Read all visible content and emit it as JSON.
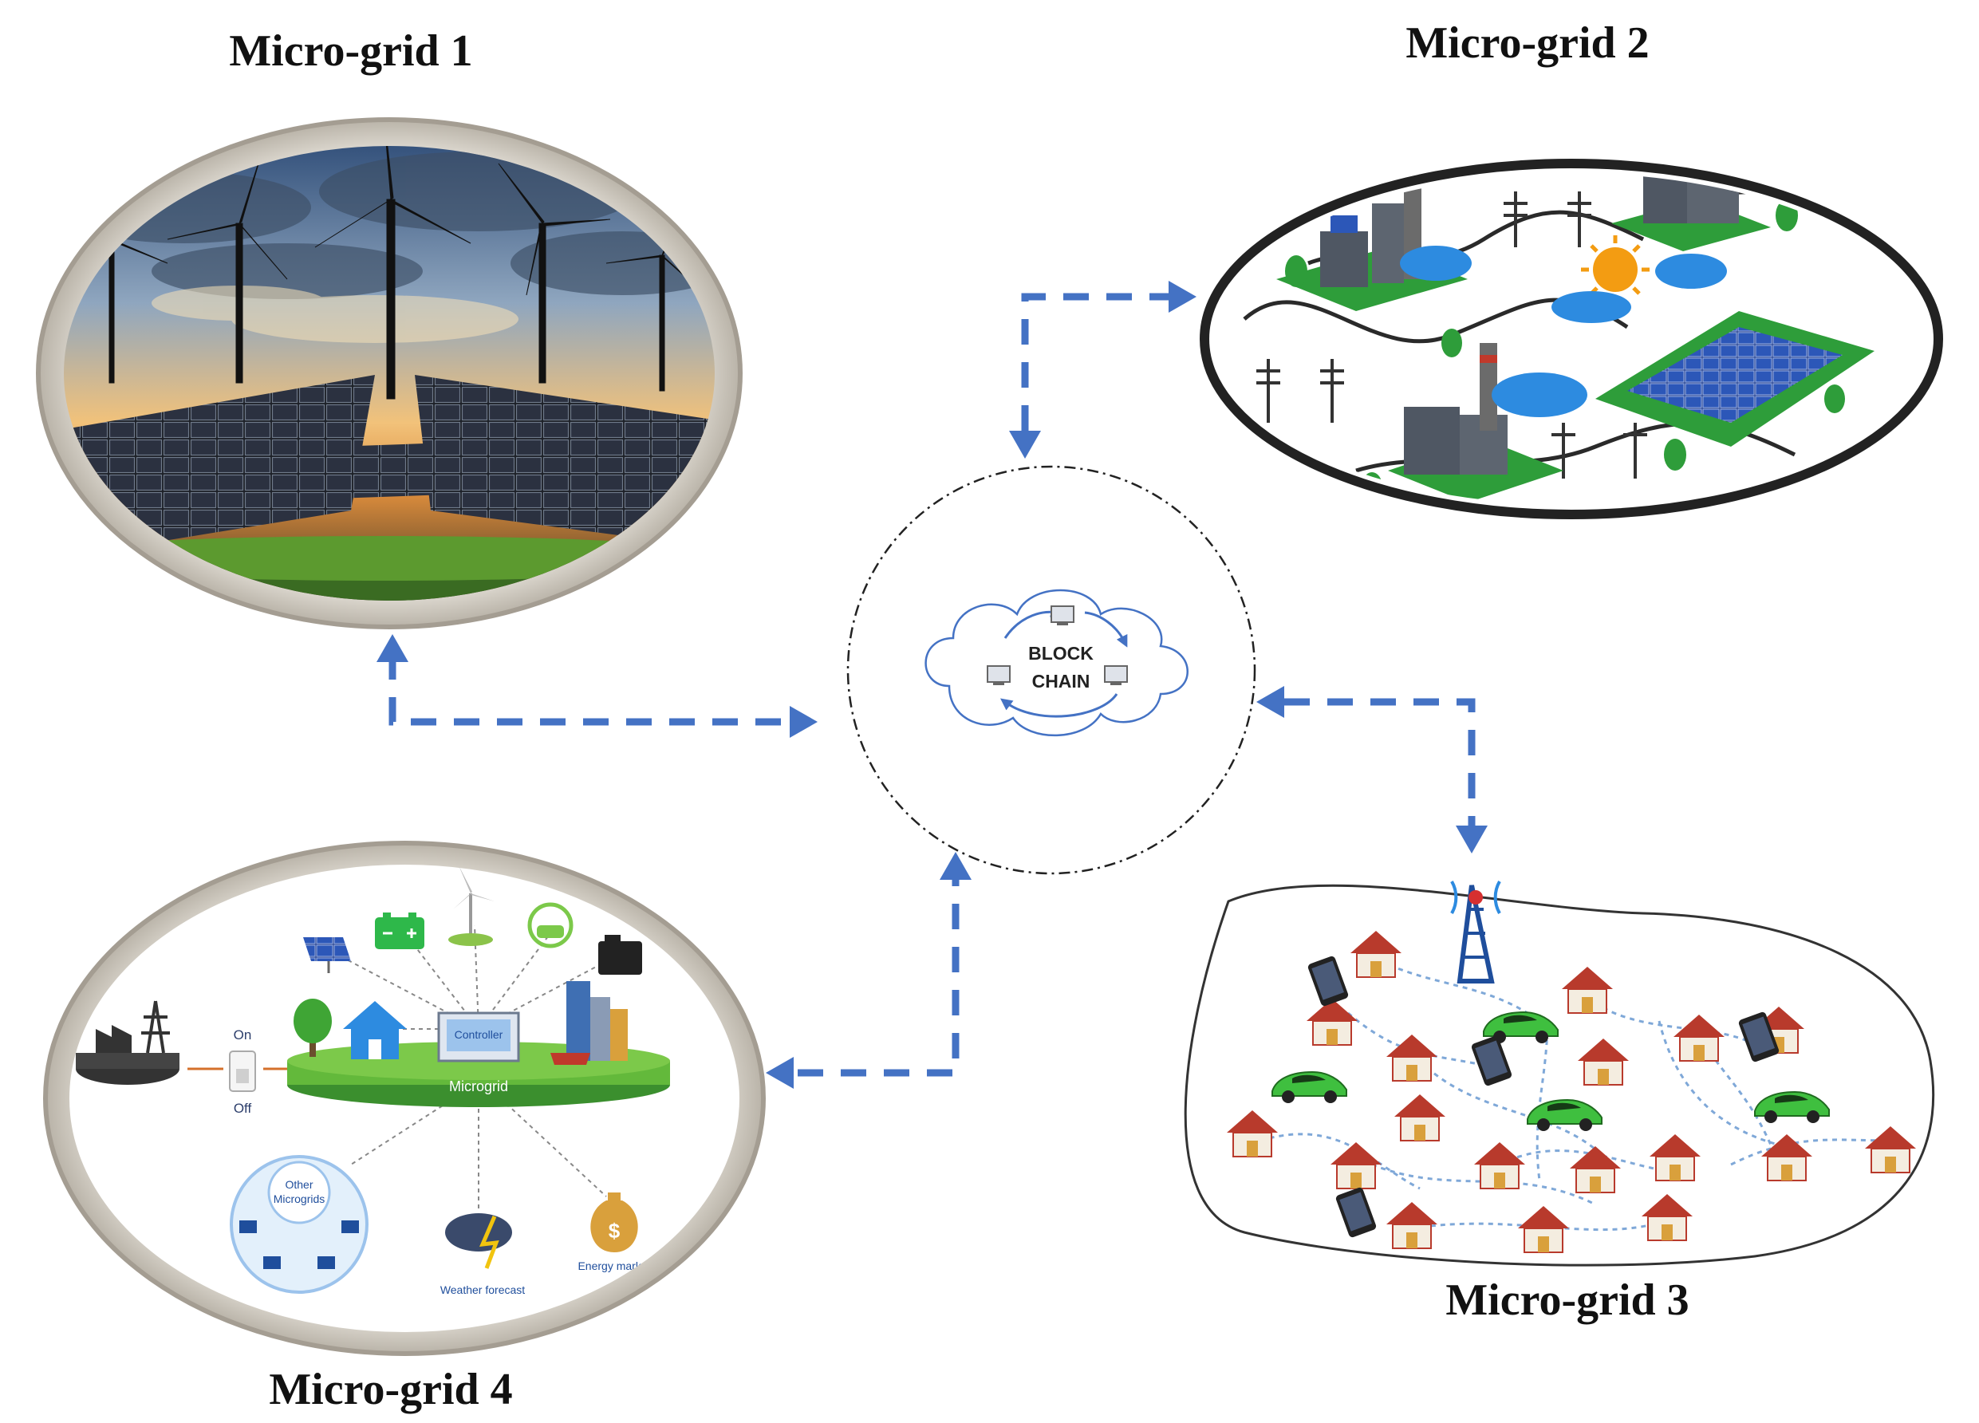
{
  "titles": {
    "mg1": "Micro-grid 1",
    "mg2": "Micro-grid 2",
    "mg3": "Micro-grid 3",
    "mg4": "Micro-grid 4"
  },
  "blockchain": {
    "line1": "BLOCK",
    "line2": "CHAIN"
  },
  "mg4_labels": {
    "on": "On",
    "off": "Off",
    "controller": "Controller",
    "microgrid": "Microgrid",
    "other1": "Other",
    "other2": "Microgrids",
    "weather": "Weather forecast",
    "market": "Energy market"
  },
  "colors": {
    "connector": "#4472c4",
    "title": "#111111",
    "factory_green": "#2e9d3a",
    "car_green": "#3fbf3f",
    "house_red": "#b83a2c"
  }
}
